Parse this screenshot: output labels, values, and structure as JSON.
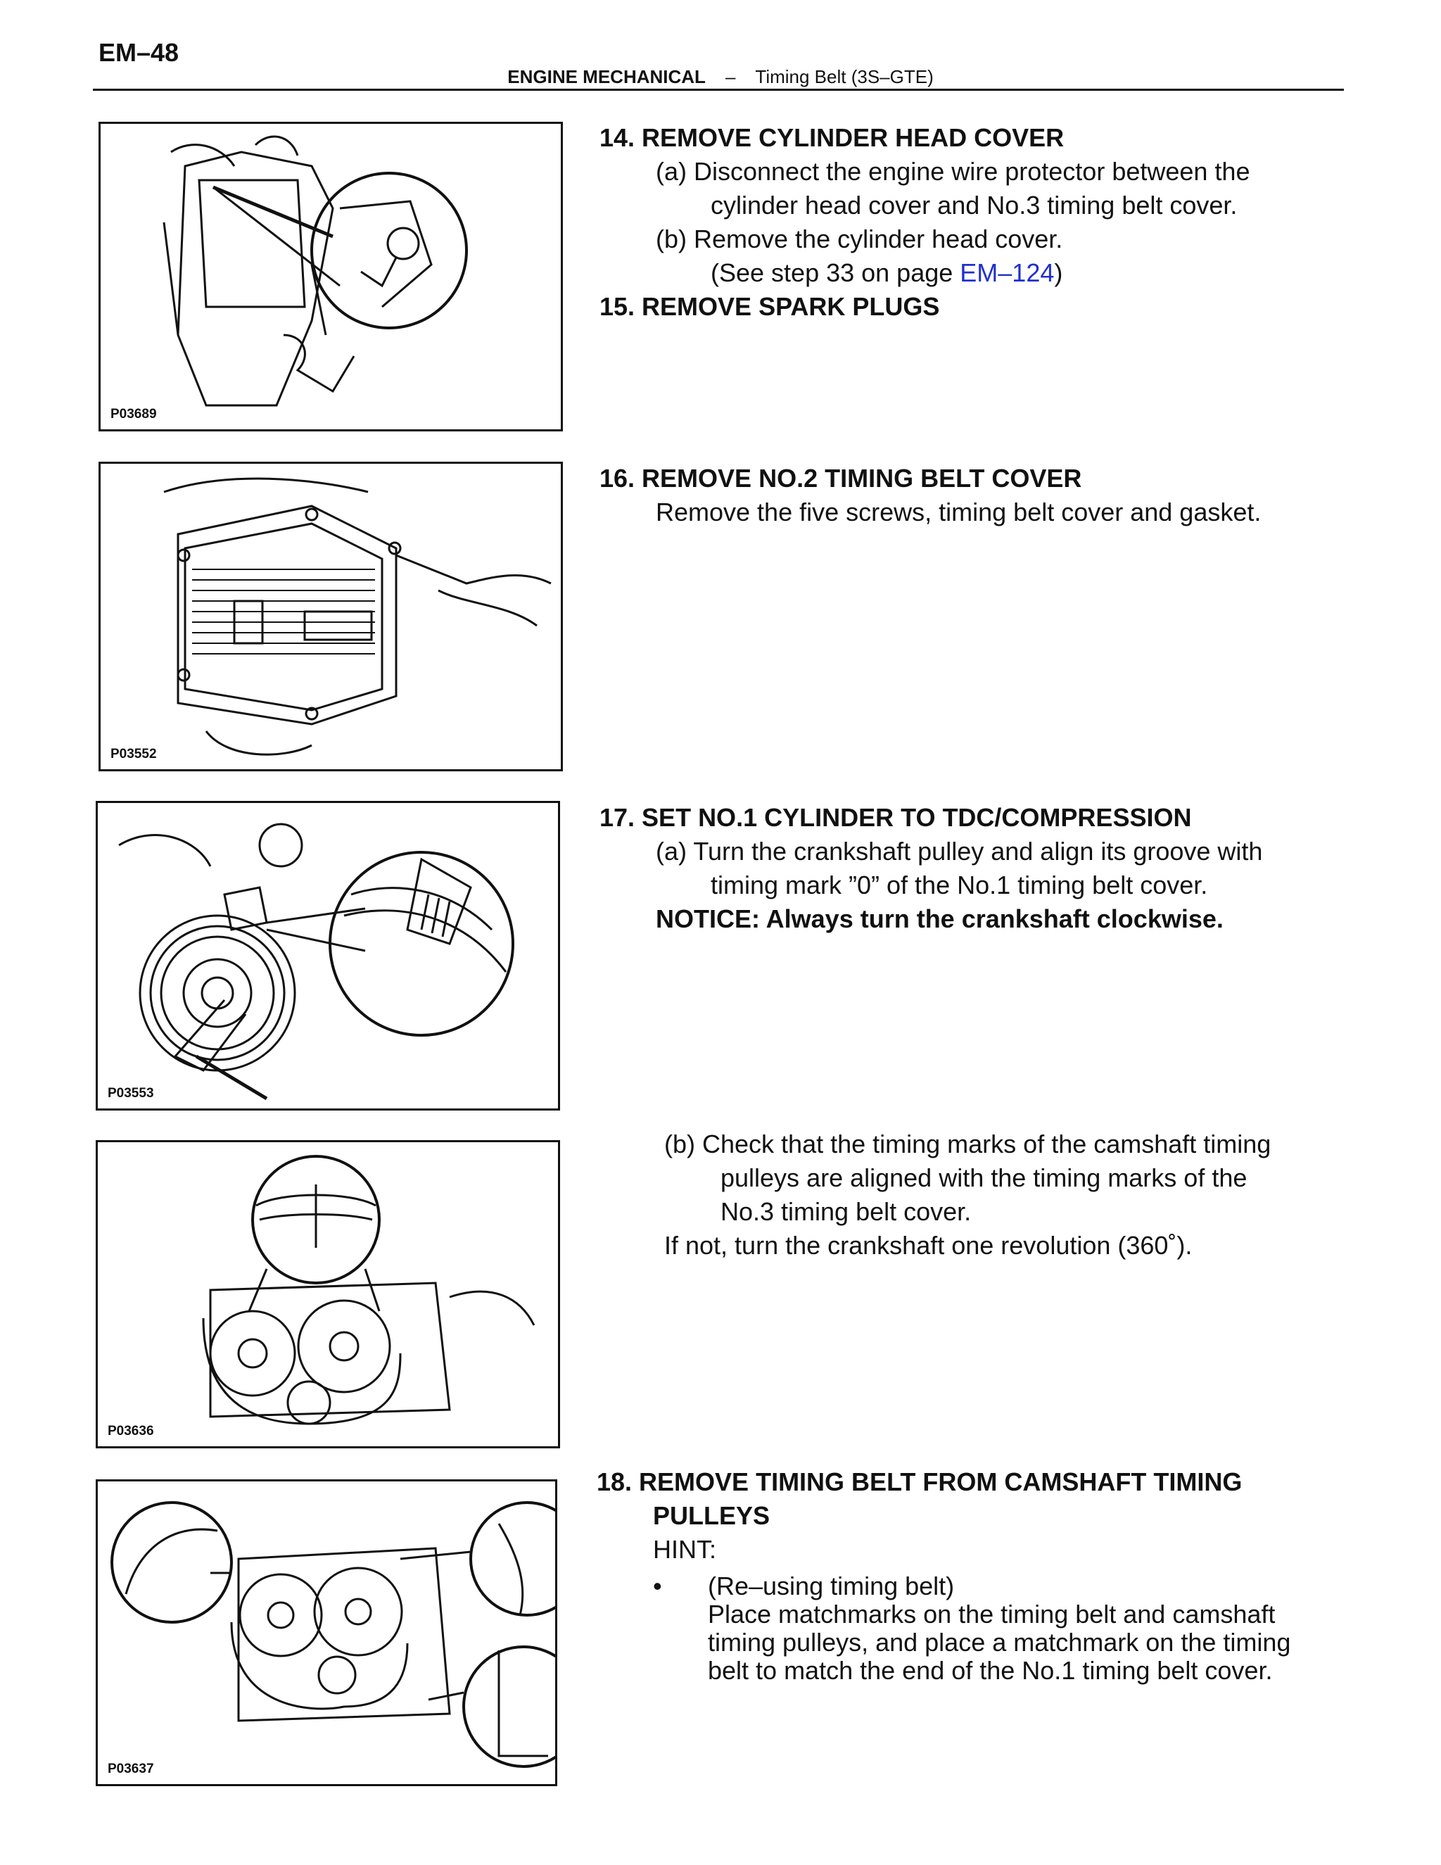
{
  "page": {
    "page_number": "EM–48",
    "header": {
      "section": "ENGINE MECHANICAL",
      "separator": "–",
      "topic": "Timing Belt (3S–GTE)"
    }
  },
  "figures": [
    {
      "id": "P03689"
    },
    {
      "id": "P03552"
    },
    {
      "id": "P03553"
    },
    {
      "id": "P03636"
    },
    {
      "id": "P03637"
    }
  ],
  "steps": {
    "s14": {
      "heading": "14. REMOVE CYLINDER HEAD COVER",
      "a_line1": "(a) Disconnect the engine wire protector between the",
      "a_line2": "cylinder head cover and No.3 timing belt cover.",
      "b_line1": "(b) Remove the cylinder head cover.",
      "b_ref_pre": "(See step 33 on page ",
      "b_ref_link": "EM–124",
      "b_ref_post": ")"
    },
    "s15": {
      "heading": "15. REMOVE SPARK PLUGS"
    },
    "s16": {
      "heading": "16. REMOVE NO.2 TIMING BELT COVER",
      "body": "Remove the five screws, timing belt cover and gasket."
    },
    "s17": {
      "heading": "17. SET NO.1 CYLINDER TO TDC/COMPRESSION",
      "a_line1": "(a) Turn the crankshaft pulley and align its groove with",
      "a_line2": "timing mark ”0” of the No.1 timing belt cover.",
      "notice": "NOTICE: Always turn the crankshaft clockwise.",
      "b_line1": "(b) Check that the timing marks of the camshaft timing",
      "b_line2": "pulleys are aligned with the timing marks of the",
      "b_line3": "No.3 timing belt cover.",
      "b_line4": "If not, turn the crankshaft one revolution (360˚)."
    },
    "s18": {
      "heading_line1": "18. REMOVE TIMING BELT FROM CAMSHAFT TIMING",
      "heading_line2": "PULLEYS",
      "hint": "HINT:",
      "bullet": "•",
      "bullet_title": "(Re–using timing belt)",
      "bullet_line1": "Place matchmarks on the timing belt and camshaft",
      "bullet_line2": "timing pulleys, and place a matchmark on the timing",
      "bullet_line3": "belt to match the end of the No.1 timing belt cover."
    }
  },
  "colors": {
    "text": "#111111",
    "link": "#1f2fd0",
    "background": "#ffffff"
  }
}
